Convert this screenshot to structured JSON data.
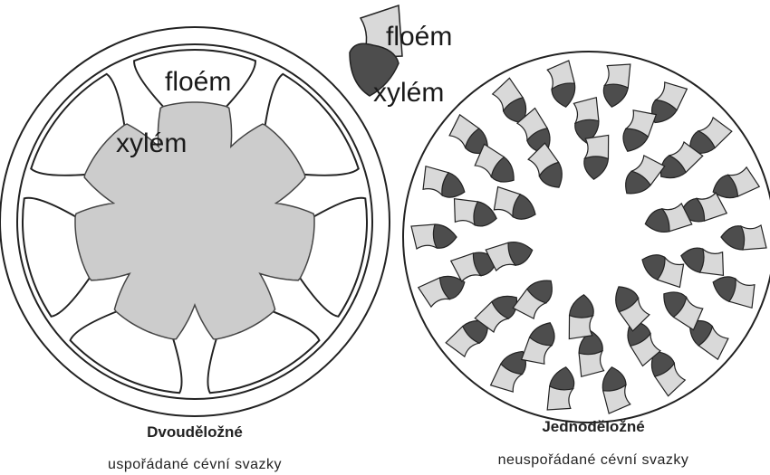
{
  "labels": {
    "legend_floem": "floém",
    "legend_xylem": "xylém",
    "left_floem": "floém",
    "left_xylem": "xylém"
  },
  "captions": {
    "left_title": "Dvouděložné",
    "left_subtitle": "uspořádané cévní svazky",
    "right_title": "Jednoděložné",
    "right_subtitle": "neuspořádané cévní svazky"
  },
  "colors": {
    "phloem": "#d9d9d9",
    "xylem": "#4d4d4d",
    "pith": "#cccccc",
    "outline": "#222222"
  }
}
